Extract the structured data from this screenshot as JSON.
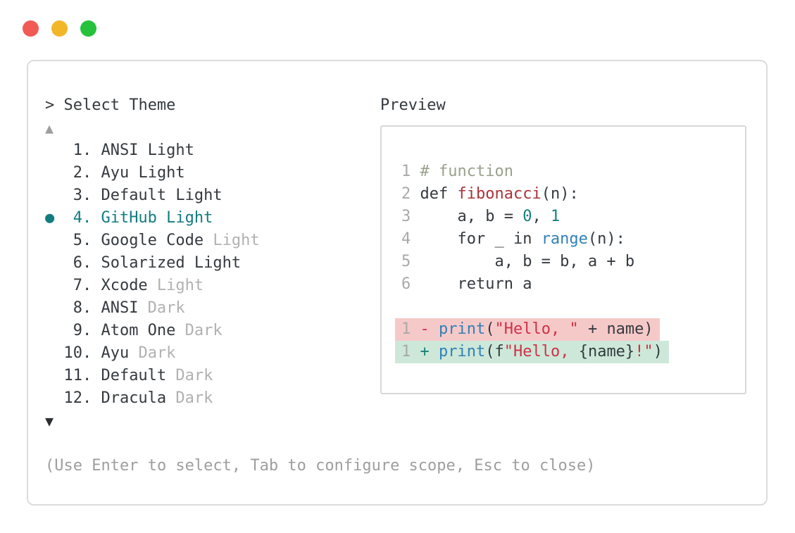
{
  "palette": {
    "traffic_red": "#f15a55",
    "traffic_yellow": "#f2b729",
    "traffic_green": "#26c23c",
    "text_dark": "#343a40",
    "text_dim": "#b1b1b1",
    "hint_gray": "#9e9e9e",
    "selection_teal": "#127c80",
    "indicator_up": "#9e9e9e",
    "indicator_down": "#2b2f33",
    "code": {
      "linenum": "#a9a9a9",
      "plain": "#343a40",
      "comment": "#9aa08c",
      "defname": "#a8343a",
      "number": "#157f80",
      "builtin": "#2f81b7",
      "string": "#d03048",
      "removed_marker": "#d03048",
      "added_marker": "#1b8076",
      "removed_bg": "#f6c9c9",
      "added_bg": "#cde8d8"
    }
  },
  "window_controls": {
    "close_label": "close",
    "minimize_label": "minimize",
    "zoom_label": "zoom"
  },
  "theme_picker": {
    "prompt_marker": ">",
    "title": "Select Theme",
    "scroll_up_indicator": "▲",
    "scroll_down_indicator": "▼",
    "selection_marker": "●",
    "items": [
      {
        "number": "1.",
        "name": "ANSI",
        "variant": "Light",
        "variant_dim": false,
        "selected": false
      },
      {
        "number": "2.",
        "name": "Ayu",
        "variant": "Light",
        "variant_dim": false,
        "selected": false
      },
      {
        "number": "3.",
        "name": "Default",
        "variant": "Light",
        "variant_dim": false,
        "selected": false
      },
      {
        "number": "4.",
        "name": "GitHub",
        "variant": "Light",
        "variant_dim": false,
        "selected": true
      },
      {
        "number": "5.",
        "name": "Google Code",
        "variant": "Light",
        "variant_dim": true,
        "selected": false
      },
      {
        "number": "6.",
        "name": "Solarized",
        "variant": "Light",
        "variant_dim": false,
        "selected": false
      },
      {
        "number": "7.",
        "name": "Xcode",
        "variant": "Light",
        "variant_dim": true,
        "selected": false
      },
      {
        "number": "8.",
        "name": "ANSI",
        "variant": "Dark",
        "variant_dim": true,
        "selected": false
      },
      {
        "number": "9.",
        "name": "Atom One",
        "variant": "Dark",
        "variant_dim": true,
        "selected": false
      },
      {
        "number": "10.",
        "name": "Ayu",
        "variant": "Dark",
        "variant_dim": true,
        "selected": false
      },
      {
        "number": "11.",
        "name": "Default",
        "variant": "Dark",
        "variant_dim": true,
        "selected": false
      },
      {
        "number": "12.",
        "name": "Dracula",
        "variant": "Dark",
        "variant_dim": true,
        "selected": false
      }
    ],
    "hint": "(Use Enter to select, Tab to configure scope, Esc to close)"
  },
  "preview": {
    "label": "Preview",
    "lines": [
      {
        "tokens": [
          {
            "t": "1 ",
            "c": "linenum"
          },
          {
            "t": "# function",
            "c": "comment"
          }
        ]
      },
      {
        "tokens": [
          {
            "t": "2 ",
            "c": "linenum"
          },
          {
            "t": "def ",
            "c": "plain"
          },
          {
            "t": "fibonacci",
            "c": "defname"
          },
          {
            "t": "(n):",
            "c": "plain"
          }
        ]
      },
      {
        "tokens": [
          {
            "t": "3 ",
            "c": "linenum"
          },
          {
            "t": "    a, b = ",
            "c": "plain"
          },
          {
            "t": "0",
            "c": "number"
          },
          {
            "t": ", ",
            "c": "plain"
          },
          {
            "t": "1",
            "c": "number"
          }
        ]
      },
      {
        "tokens": [
          {
            "t": "4 ",
            "c": "linenum"
          },
          {
            "t": "    for _ in ",
            "c": "plain"
          },
          {
            "t": "range",
            "c": "builtin"
          },
          {
            "t": "(n):",
            "c": "plain"
          }
        ]
      },
      {
        "tokens": [
          {
            "t": "5 ",
            "c": "linenum"
          },
          {
            "t": "        a, b = b, a + b",
            "c": "plain"
          }
        ]
      },
      {
        "tokens": [
          {
            "t": "6 ",
            "c": "linenum"
          },
          {
            "t": "    return a",
            "c": "plain"
          }
        ]
      },
      {
        "blank": true
      },
      {
        "bg": "removed",
        "tokens": [
          {
            "t": "1 ",
            "c": "linenum"
          },
          {
            "t": "- ",
            "c": "removed_marker"
          },
          {
            "t": "print",
            "c": "builtin"
          },
          {
            "t": "(",
            "c": "plain"
          },
          {
            "t": "\"Hello, \"",
            "c": "string"
          },
          {
            "t": " + name)",
            "c": "plain"
          }
        ]
      },
      {
        "bg": "added",
        "tokens": [
          {
            "t": "1 ",
            "c": "linenum"
          },
          {
            "t": "+ ",
            "c": "added_marker"
          },
          {
            "t": "print",
            "c": "builtin"
          },
          {
            "t": "(f",
            "c": "plain"
          },
          {
            "t": "\"Hello, ",
            "c": "string"
          },
          {
            "t": "{name}",
            "c": "plain"
          },
          {
            "t": "!\"",
            "c": "string"
          },
          {
            "t": ")",
            "c": "plain"
          }
        ]
      }
    ]
  }
}
